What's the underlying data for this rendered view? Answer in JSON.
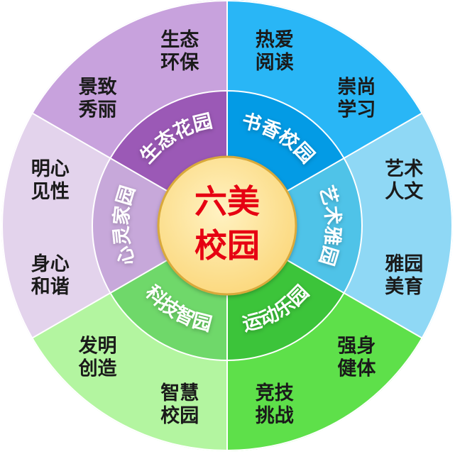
{
  "center": {
    "line1": "六美",
    "line2": "校园"
  },
  "sectors": [
    {
      "name": "生态花园",
      "colors": {
        "outer": "#c8a2dd",
        "ring": "#9b59b6"
      },
      "items": [
        {
          "line1": "景致",
          "line2": "秀丽"
        },
        {
          "line1": "生态",
          "line2": "环保"
        }
      ]
    },
    {
      "name": "书香校园",
      "colors": {
        "outer": "#29b6f6",
        "ring": "#039be5"
      },
      "items": [
        {
          "line1": "热爱",
          "line2": "阅读"
        },
        {
          "line1": "崇尚",
          "line2": "学习"
        }
      ]
    },
    {
      "name": "艺术雅园",
      "colors": {
        "outer": "#8fd8f5",
        "ring": "#4fc3e8"
      },
      "items": [
        {
          "line1": "艺术",
          "line2": "人文"
        },
        {
          "line1": "雅园",
          "line2": "美育"
        }
      ]
    },
    {
      "name": "运动乐园",
      "colors": {
        "outer": "#5ee04a",
        "ring": "#3cc43a"
      },
      "items": [
        {
          "line1": "强身",
          "line2": "健体"
        },
        {
          "line1": "竞技",
          "line2": "挑战"
        }
      ]
    },
    {
      "name": "科技智园",
      "colors": {
        "outer": "#b3f5a0",
        "ring": "#6fd86a"
      },
      "items": [
        {
          "line1": "智慧",
          "line2": "校园"
        },
        {
          "line1": "发明",
          "line2": "创造"
        }
      ]
    },
    {
      "name": "心灵家园",
      "colors": {
        "outer": "#e3d3ec",
        "ring": "#c7a8da"
      },
      "items": [
        {
          "line1": "身心",
          "line2": "和谐"
        },
        {
          "line1": "明心",
          "line2": "见性"
        }
      ]
    }
  ],
  "center_colors": {
    "fill": "#fbd77a",
    "highlight": "#fff2c2",
    "stroke": "#d9a93a"
  }
}
